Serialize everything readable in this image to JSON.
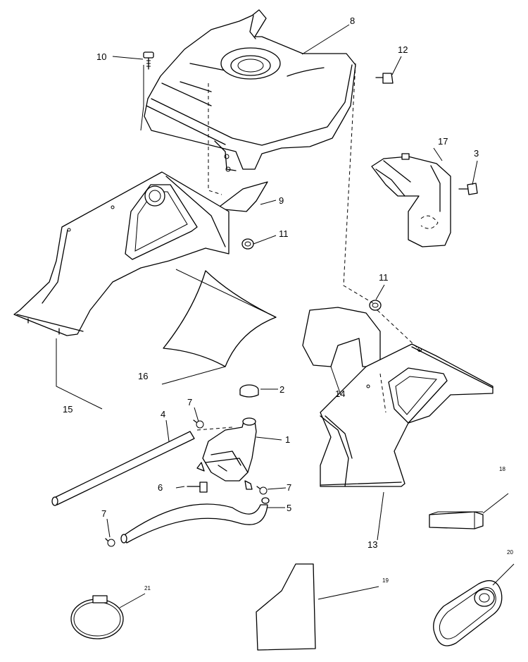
{
  "labels": {
    "p1": "1",
    "p2": "2",
    "p3": "3",
    "p4": "4",
    "p5": "5",
    "p6": "6",
    "p7a": "7",
    "p7b": "7",
    "p7c": "7",
    "p8": "8",
    "p9": "9",
    "p10": "10",
    "p11a": "11",
    "p11b": "11",
    "p12": "12",
    "p13": "13",
    "p14": "14",
    "p15": "15",
    "p16": "16",
    "p17": "17",
    "p18": "18",
    "p19": "19",
    "p20": "20",
    "p21": "21"
  }
}
